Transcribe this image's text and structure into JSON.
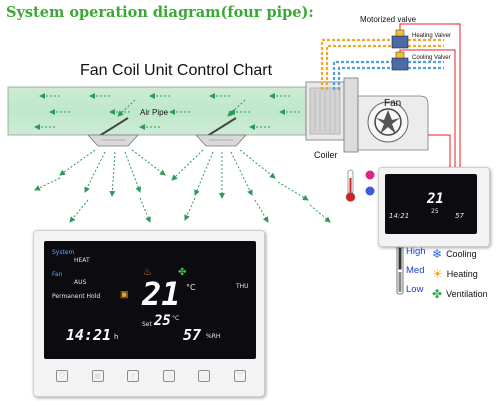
{
  "title": "System operation diagram(four pipe):",
  "diagram": {
    "chart_title": "Fan Coil Unit Control Chart",
    "air_pipe_label": "Air Pipe",
    "fan_label": "Fan",
    "coiler_label": "Coiler",
    "motorized_valve_label": "Motorized valve",
    "heating_valve_label": "Heating Valver",
    "cooling_valve_label": "Cooling Valver",
    "colors": {
      "heating_pipe": "#f5a623",
      "cooling_pipe": "#4aa3e0",
      "air": "#bfe8c9",
      "arrow": "#2e9a5a",
      "wire": "#e02020"
    }
  },
  "thermostat": {
    "system_label": "System",
    "system_value": "HEAT",
    "fan_label": "Fan",
    "fan_value": "AUS",
    "hold_label": "Permanent Hold",
    "temperature": "21",
    "temp_unit": "°C",
    "set_label": "Set",
    "set_temperature": "25",
    "set_unit": "°C",
    "time": "14:21",
    "time_suffix": "h",
    "humidity": "57",
    "humidity_unit": "%RH",
    "day": "THU"
  },
  "small_thermostat": {
    "temperature": "21",
    "set_temperature": "25",
    "time": "14:21",
    "humidity": "57"
  },
  "fan_speeds": [
    "High",
    "Med",
    "Low"
  ],
  "modes": [
    {
      "label": "Cooling",
      "icon": "snowflake-icon"
    },
    {
      "label": "Heating",
      "icon": "sun-icon"
    },
    {
      "label": "Ventilation",
      "icon": "fan-icon"
    }
  ]
}
